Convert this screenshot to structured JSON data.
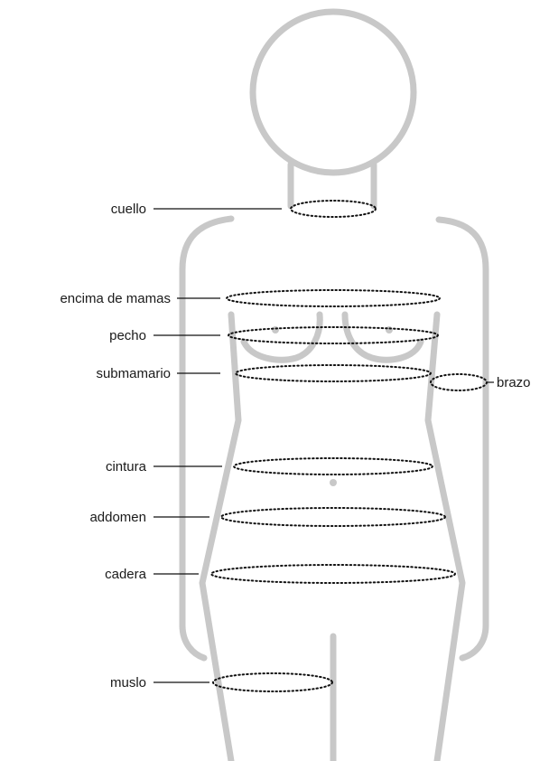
{
  "diagram": {
    "labels": {
      "cuello": "cuello",
      "encima_de_mamas": "encima de mamas",
      "pecho": "pecho",
      "submamario": "submamario",
      "brazo": "brazo",
      "cintura": "cintura",
      "addomen": "addomen",
      "cadera": "cadera",
      "muslo": "muslo"
    },
    "colors": {
      "silhouette": "#c8c8c8",
      "measure_line": "#111111",
      "label_text": "#1a1a1a"
    }
  }
}
